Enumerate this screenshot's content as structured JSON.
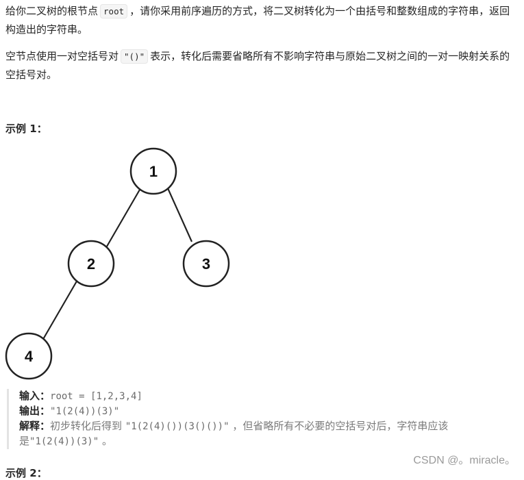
{
  "intro": {
    "p1_before": "给你二叉树的根节点",
    "p1_code": "root",
    "p1_after": "，请你采用前序遍历的方式，将二叉树转化为一个由括号和整数组成的字符串，返回构造出的字符串。",
    "p2_before": "空节点使用一对空括号对",
    "p2_code": "\"()\"",
    "p2_after": "表示，转化后需要省略所有不影响字符串与原始二叉树之间的一对一映射关系的空括号对。"
  },
  "example1": {
    "heading": "示例 1：",
    "tree": {
      "nodes": [
        {
          "id": "n1",
          "label": "1"
        },
        {
          "id": "n2",
          "label": "2"
        },
        {
          "id": "n3",
          "label": "3"
        },
        {
          "id": "n4",
          "label": "4"
        }
      ],
      "edges": [
        {
          "from": "n1",
          "to": "n2"
        },
        {
          "from": "n1",
          "to": "n3"
        },
        {
          "from": "n2",
          "to": "n4"
        }
      ]
    },
    "input_label": "输入：",
    "input_value": "root = [1,2,3,4]",
    "output_label": "输出：",
    "output_value": "\"1(2(4))(3)\"",
    "explain_label": "解释：",
    "explain_text1": "初步转化后得到",
    "explain_code1": "\"1(2(4)())(3()())\"",
    "explain_text2": "，但省略所有不必要的空括号对后，字符串应该",
    "explain_text3": "是",
    "explain_code2": "\"1(2(4))(3)\"",
    "explain_text4": "。"
  },
  "watermark": "CSDN @。miracle。",
  "next_heading": "示例 2："
}
